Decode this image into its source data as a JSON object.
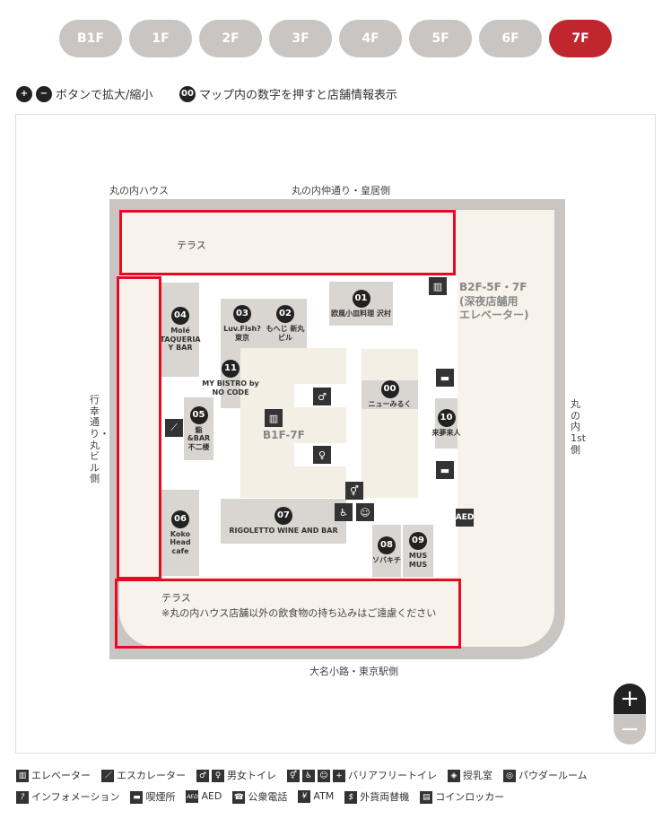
{
  "floors": [
    {
      "label": "B1F"
    },
    {
      "label": "1F"
    },
    {
      "label": "2F"
    },
    {
      "label": "3F"
    },
    {
      "label": "4F"
    },
    {
      "label": "5F"
    },
    {
      "label": "6F"
    },
    {
      "label": "7F",
      "active": true
    }
  ],
  "hints": {
    "zoom": "ボタンで拡大/縮小",
    "number_badge": "00",
    "number": "マップ内の数字を押すと店舗情報表示"
  },
  "map": {
    "top_left_label": "丸の内ハウス",
    "top_label": "丸の内仲通り・皇居側",
    "left_label": "行幸通り・丸ビル側",
    "right_label": "丸の内1st側",
    "bottom_label": "大名小路・東京駅側",
    "terrace_top": "テラス",
    "terrace_bottom": "テラス",
    "terrace_note": "※丸の内ハウス店舗以外の飲食物の持ち込みはご遠慮ください",
    "elevator_late": "B2F-5F・7F\n(深夜店舗用\nエレベーター)",
    "elevator_main": "B1F-7F",
    "stores": [
      {
        "num": "00",
        "name": "ニューみるく"
      },
      {
        "num": "01",
        "name": "欧風小皿料理 沢村"
      },
      {
        "num": "02",
        "name": "もへじ 新丸ビル"
      },
      {
        "num": "03",
        "name": "Luv.Fish? 東京"
      },
      {
        "num": "04",
        "name": "Molé TAQUERIA Y BAR"
      },
      {
        "num": "05",
        "name": "鮨&BAR 不二楼"
      },
      {
        "num": "06",
        "name": "Koko Head cafe"
      },
      {
        "num": "07",
        "name": "RIGOLETTO WINE AND BAR"
      },
      {
        "num": "08",
        "name": "ソバキチ"
      },
      {
        "num": "09",
        "name": "MUS MUS"
      },
      {
        "num": "10",
        "name": "来夢来人"
      },
      {
        "num": "11",
        "name": "MY BISTRO by NO CODE"
      }
    ],
    "aed": "AED",
    "zoom_in": "+",
    "zoom_out": "−"
  },
  "legend": {
    "row1": [
      "エレベーター",
      "エスカレーター",
      "男女トイレ",
      "バリアフリートイレ",
      "授乳室",
      "パウダールーム"
    ],
    "row2": [
      "インフォメーション",
      "喫煙所",
      "AED",
      "公衆電話",
      "ATM",
      "外貨両替機",
      "コインロッカー"
    ]
  },
  "colors": {
    "active": "#c0262d",
    "inactive": "#c9c5c3",
    "outline": "#e60b25"
  }
}
